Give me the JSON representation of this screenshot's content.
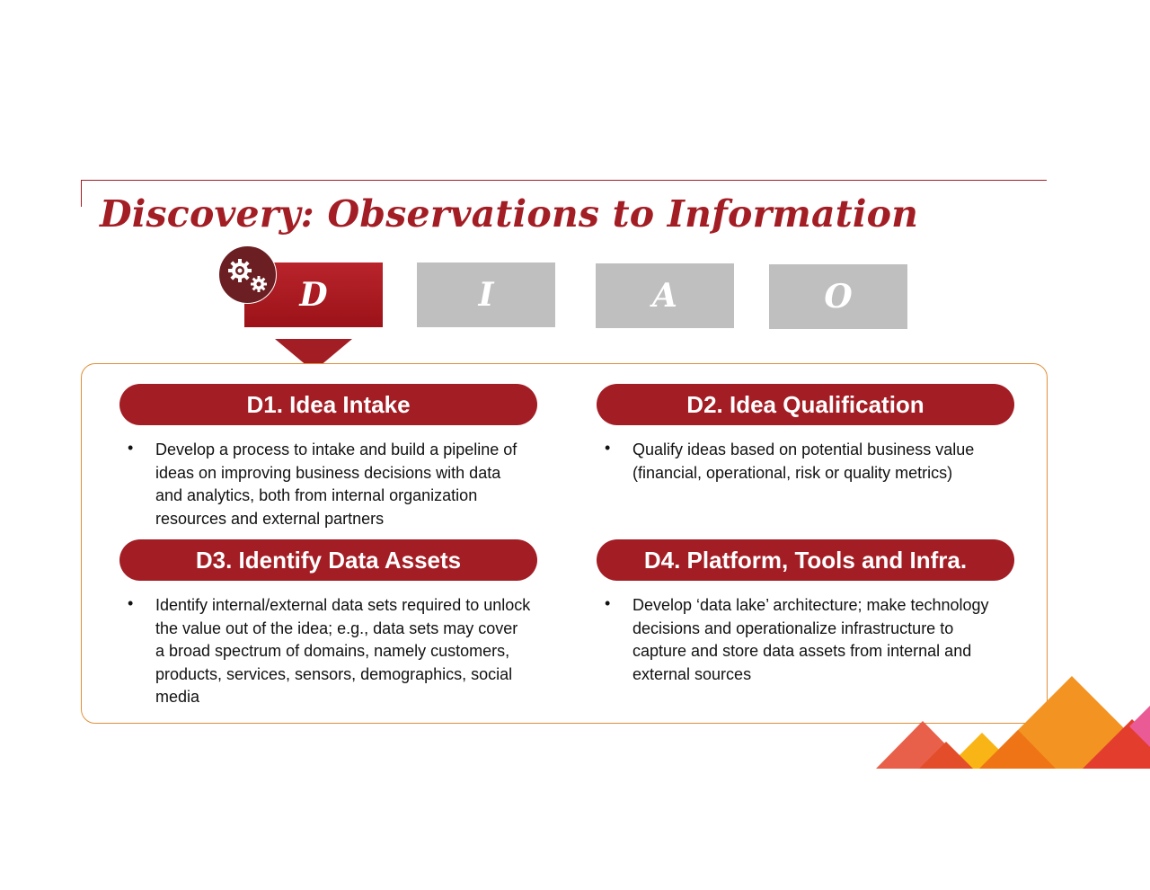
{
  "title": "Discovery: Observations to Information",
  "steps": [
    {
      "letter": "D",
      "active": true
    },
    {
      "letter": "I",
      "active": false
    },
    {
      "letter": "A",
      "active": false
    },
    {
      "letter": "O",
      "active": false
    }
  ],
  "icons": {
    "badge": "gears-icon"
  },
  "colors": {
    "brand_red": "#a31d24",
    "inactive_gray": "#bfbfbf",
    "panel_border": "#e0903a",
    "badge": "#6b1f22"
  },
  "sections": {
    "d1": {
      "heading": "D1. Idea Intake",
      "bullet": "Develop a process to intake and build a pipeline of ideas on improving business decisions with data and analytics, both from internal organization resources and external partners"
    },
    "d2": {
      "heading": "D2. Idea Qualification",
      "bullet": "Qualify ideas based on potential business value (financial, operational, risk or quality metrics)"
    },
    "d3": {
      "heading": "D3. Identify Data Assets",
      "bullet": "Identify internal/external data sets required to unlock the value out of the idea; e.g., data sets may cover a broad spectrum of domains, namely customers, products, services, sensors, demographics, social media"
    },
    "d4": {
      "heading": "D4. Platform, Tools and Infra.",
      "bullet": "Develop ‘data lake’ architecture; make technology decisions and operationalize infrastructure to capture and store data assets from internal and external sources"
    }
  }
}
